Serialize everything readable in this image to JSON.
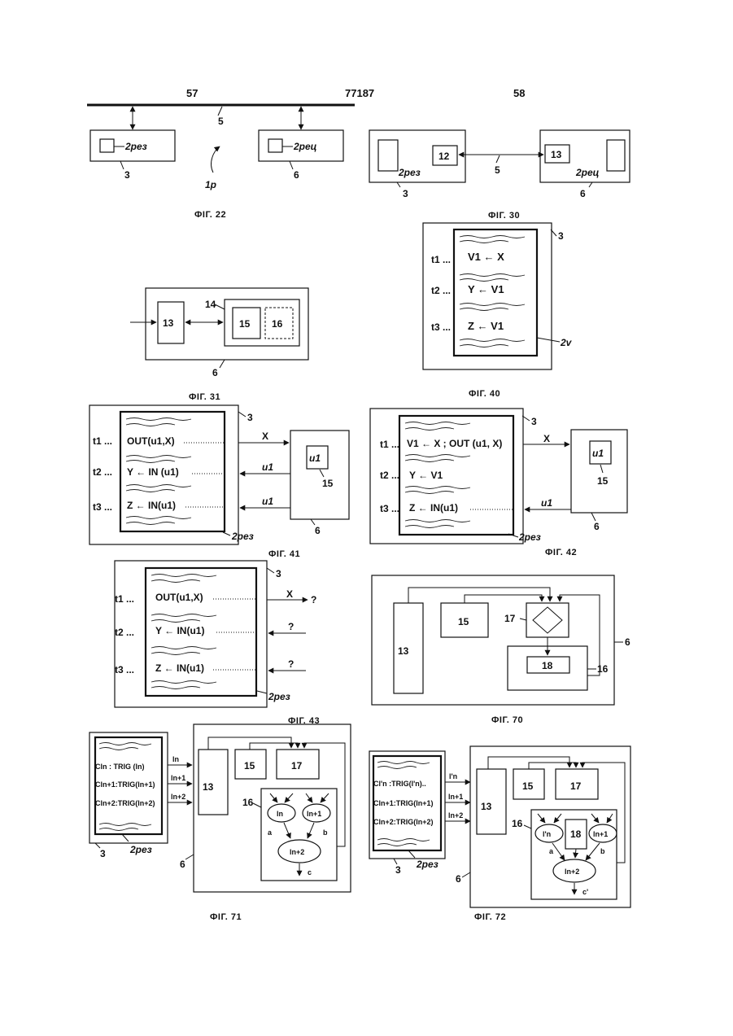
{
  "header": {
    "left_page": "57",
    "patent_number": "77187",
    "right_page": "58"
  },
  "fig22": {
    "caption": "ФІГ. 22",
    "bus": "5",
    "left_box": "3",
    "right_box": "6",
    "left_tag": "2рез",
    "right_tag": "2рец",
    "pointer": "1р"
  },
  "fig30": {
    "caption": "ФІГ. 30",
    "left_box": "3",
    "right_box": "6",
    "link": "5",
    "left_module": "12",
    "right_module": "13",
    "left_tag": "2рез",
    "right_tag": "2рец"
  },
  "fig31": {
    "caption": "ФІГ. 31",
    "outer": "6",
    "module": "13",
    "group": "14",
    "block_a": "15",
    "block_b": "16"
  },
  "fig40": {
    "caption": "ФІГ. 40",
    "outer": "3",
    "tag": "2v",
    "rows": [
      {
        "time": "t1 ...",
        "code": "V1 ← X"
      },
      {
        "time": "t2 ...",
        "code": "Y ← V1"
      },
      {
        "time": "t3 ...",
        "code": "Z ← V1"
      }
    ]
  },
  "fig41": {
    "caption": "ФІГ. 41",
    "outer": "3",
    "target": "6",
    "tag": "2рез",
    "var": "u1",
    "var_box": "15",
    "rows": [
      {
        "time": "t1 ...",
        "code": "OUT(u1,X)",
        "arrow": "X"
      },
      {
        "time": "t2 ...",
        "code": "Y ← IN (u1)",
        "arrow": "u1"
      },
      {
        "time": "t3 ...",
        "code": "Z ← IN(u1)",
        "arrow": "u1"
      }
    ]
  },
  "fig42": {
    "caption": "ФІГ. 42",
    "outer": "3",
    "target": "6",
    "tag": "2рез",
    "var": "u1",
    "var_box": "15",
    "rows": [
      {
        "time": "t1 ...",
        "code": "V1 ← X ; OUT (u1, X)",
        "arrow": "X"
      },
      {
        "time": "t2 ...",
        "code": "Y ← V1",
        "arrow": ""
      },
      {
        "time": "t3 ...",
        "code": "Z ← IN(u1)",
        "arrow": "u1"
      }
    ]
  },
  "fig43": {
    "caption": "ФІГ. 43",
    "outer": "3",
    "tag": "2рез",
    "rows": [
      {
        "time": "t1 ...",
        "code": "OUT(u1,X)",
        "arrow": "X",
        "mark": "?"
      },
      {
        "time": "t2 ...",
        "code": "Y ← IN(u1)",
        "arrow": "",
        "mark": "?"
      },
      {
        "time": "t3 ...",
        "code": "Z ← IN(u1)",
        "arrow": "",
        "mark": "?"
      }
    ]
  },
  "fig70": {
    "caption": "ФІГ. 70",
    "outer": "6",
    "module": "13",
    "block": "15",
    "decision": "17",
    "inner": "18",
    "group": "16"
  },
  "fig71": {
    "caption": "ФІГ. 71",
    "left_box": "3",
    "tag": "2рез",
    "outer": "6",
    "module": "13",
    "block_a": "15",
    "block_b": "17",
    "group": "16",
    "rows": [
      "Cln : TRIG (ln)",
      "Cln+1:TRIG(ln+1)",
      "Cln+2:TRIG(ln+2)"
    ],
    "arrows": [
      "ln",
      "ln+1",
      "ln+2"
    ],
    "nodes": [
      "ln",
      "ln+1",
      "ln+2"
    ],
    "edge_a": "a",
    "edge_b": "b",
    "out": "c"
  },
  "fig72": {
    "caption": "ФІГ. 72",
    "left_box": "3",
    "tag": "2рез",
    "outer": "6",
    "module": "13",
    "block_a": "15",
    "block_b": "17",
    "group": "16",
    "inner": "18",
    "rows": [
      "Cl'n :TRIG(l'n)..",
      "Cln+1:TRIG(ln+1)",
      "Cln+2:TRIG(ln+2)"
    ],
    "arrows": [
      "l'n",
      "ln+1",
      "ln+2"
    ],
    "nodes": [
      "l'n",
      "ln+1",
      "ln+2"
    ],
    "edge_a": "a",
    "edge_b": "b",
    "out": "c'"
  }
}
